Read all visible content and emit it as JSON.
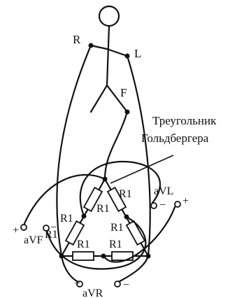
{
  "labels": {
    "right_arm": "R",
    "left_arm": "L",
    "foot": "F",
    "title_line1": "Треугольник",
    "title_line2": "Гольдбергера",
    "lead_avl": "aVL",
    "lead_avf": "aVF",
    "lead_avr": "aVR",
    "resistor": "R1",
    "plus": "+",
    "minus": "−"
  }
}
